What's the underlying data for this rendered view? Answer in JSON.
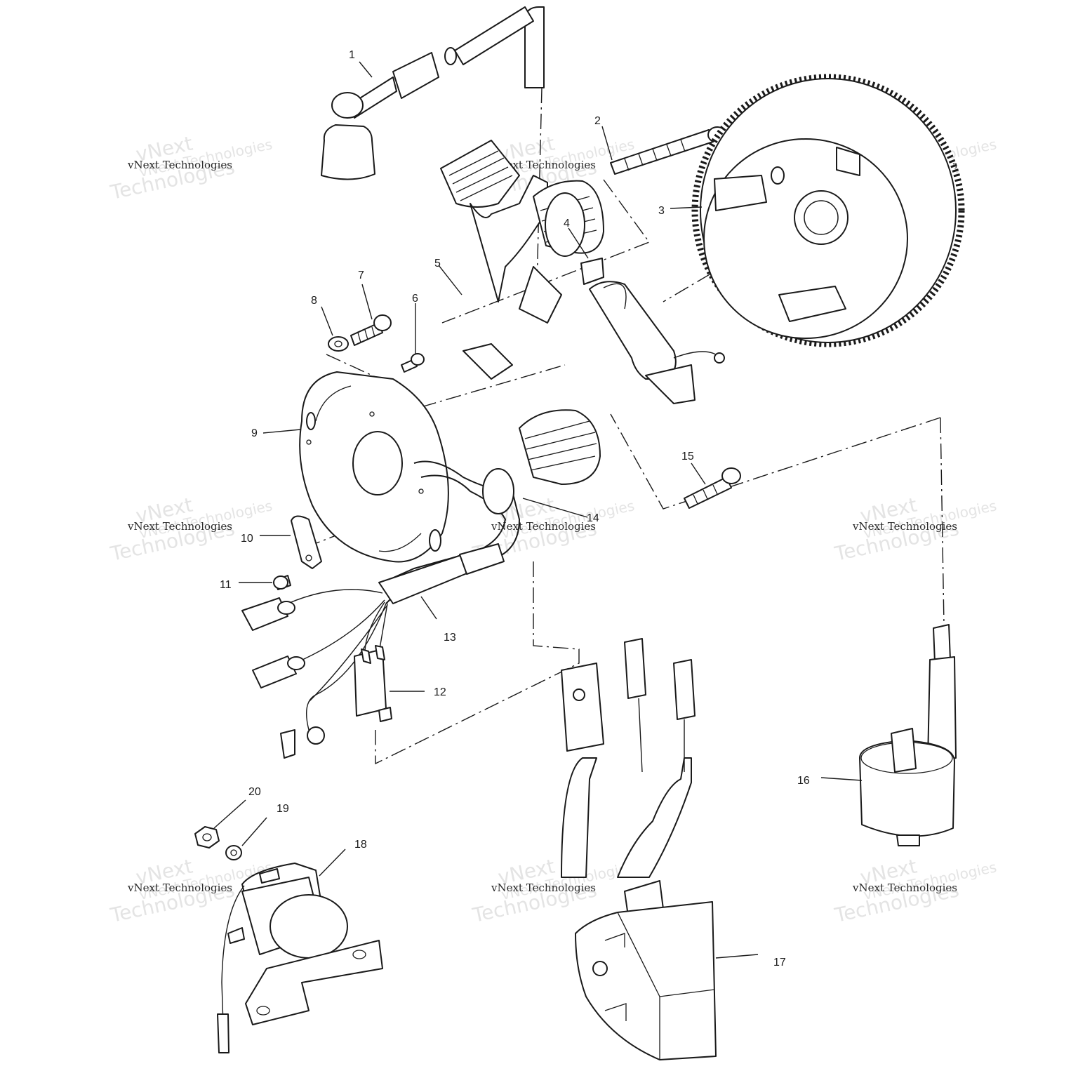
{
  "watermark": {
    "line1": "vNext",
    "line2": "vNext Technologies",
    "line3": "Technologies"
  },
  "callouts": [
    {
      "number": "1"
    },
    {
      "number": "2"
    },
    {
      "number": "3"
    },
    {
      "number": "4"
    },
    {
      "number": "5"
    },
    {
      "number": "6"
    },
    {
      "number": "7"
    },
    {
      "number": "8"
    },
    {
      "number": "9"
    },
    {
      "number": "10"
    },
    {
      "number": "11"
    },
    {
      "number": "12"
    },
    {
      "number": "13"
    },
    {
      "number": "14"
    },
    {
      "number": "15"
    },
    {
      "number": "16"
    },
    {
      "number": "17"
    },
    {
      "number": "18"
    },
    {
      "number": "19"
    },
    {
      "number": "20"
    }
  ]
}
